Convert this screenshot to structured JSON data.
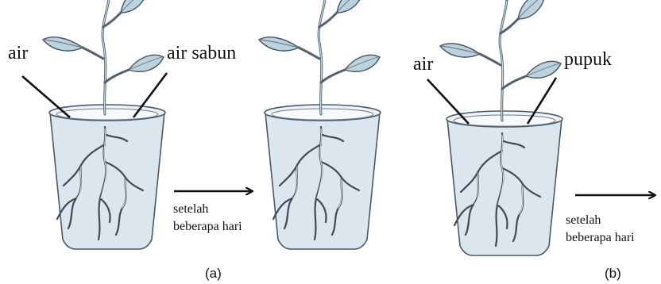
{
  "experiment_a": {
    "label_water": "air",
    "label_soap_water": "air sabun",
    "after_line1": "setelah",
    "after_line2": "beberapa hari",
    "caption": "(a)"
  },
  "experiment_b": {
    "label_water": "air",
    "label_fertilizer": "pupuk",
    "after_line1": "setelah",
    "after_line2": "beberapa hari",
    "caption": "(b)"
  }
}
